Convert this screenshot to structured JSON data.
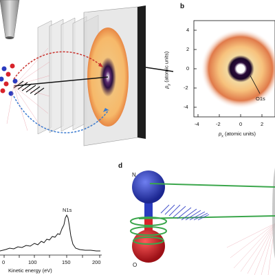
{
  "panel_b": {
    "letter": "b",
    "xlabel_main": "p",
    "xlabel_sub": "x",
    "xlabel_unit": "(atomic units)",
    "ylabel_main": "p",
    "ylabel_sub": "y",
    "ylabel_unit": "(atomic units)",
    "annotation": "O1s",
    "xticks": [
      "-4",
      "-2",
      "0",
      "2"
    ],
    "yticks": [
      "4",
      "2",
      "0",
      "-2",
      "-4"
    ]
  },
  "panel_c": {
    "peak_label": "N1s",
    "xlabel": "Kinetic energy (eV)",
    "xticks": [
      "0",
      "100",
      "150",
      "200"
    ]
  },
  "panel_d": {
    "letter": "d",
    "atom_top": "N",
    "atom_bottom": "O"
  },
  "colors": {
    "detector_hot": "#f3c27a",
    "detector_edge": "#c84a2e",
    "nitrogen": "#2a3bbf",
    "oxygen": "#d8232a",
    "red_beam": "#c8322d",
    "blue_beam": "#3b7bd0",
    "laser_green": "#3aa64b"
  }
}
